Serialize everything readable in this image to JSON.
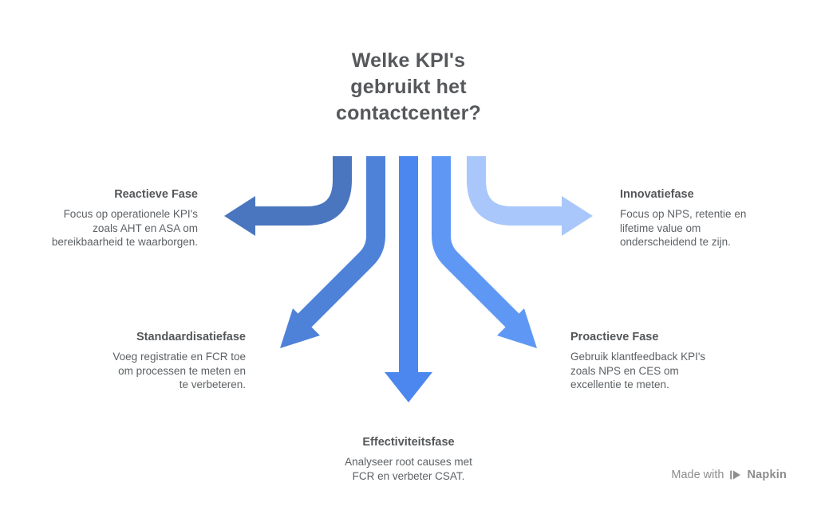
{
  "title": "Welke KPI's\ngebruikt het\ncontactcenter?",
  "sections": {
    "reactieve": {
      "title": "Reactieve Fase",
      "body": "Focus op operationele KPI's\nzoals AHT en ASA om\nbereikbaarheid te waarborgen."
    },
    "standaardisatie": {
      "title": "Standaardisatiefase",
      "body": "Voeg registratie en FCR toe\nom processen te meten en\nte verbeteren."
    },
    "effectiviteit": {
      "title": "Effectiviteitsfase",
      "body": "Analyseer root causes met\nFCR en verbeter CSAT."
    },
    "proactieve": {
      "title": "Proactieve Fase",
      "body": "Gebruik klantfeedback KPI's\nzoals NPS en CES om\nexcellentie te meten."
    },
    "innovatie": {
      "title": "Innovatiefase",
      "body": "Focus op NPS, retentie en\nlifetime value om\nonderscheidend te zijn."
    }
  },
  "arrows": {
    "reactieve": {
      "direction": "left",
      "color": "#4a75bf"
    },
    "standaardisatie": {
      "direction": "down-left",
      "color": "#4e82d8"
    },
    "effectiviteit": {
      "direction": "down",
      "color": "#4b87ee"
    },
    "proactieve": {
      "direction": "down-right",
      "color": "#5f98f4"
    },
    "innovatie": {
      "direction": "right",
      "color": "#a9c7fa"
    }
  },
  "colors": {
    "background": "#ffffff",
    "title_text": "#56585b",
    "section_title_text": "#54575a",
    "body_text": "#5d6165",
    "watermark_text": "#8d8d8d",
    "arrow_outline": "#ffffff"
  },
  "watermark": {
    "made_with": "Made with",
    "brand": "Napkin"
  }
}
